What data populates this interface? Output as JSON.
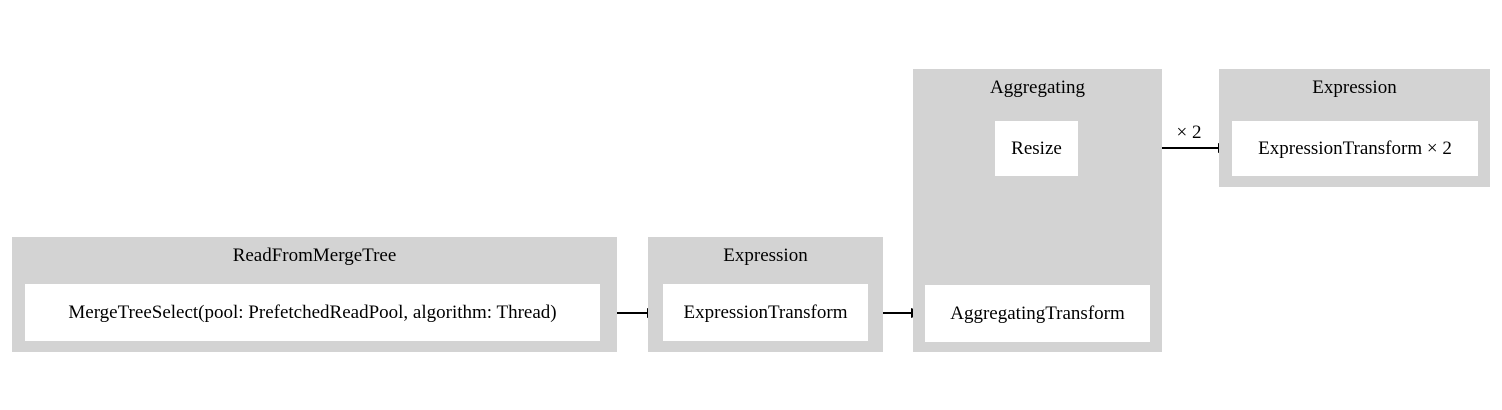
{
  "diagram": {
    "type": "pipeline-flow-graph",
    "background_color": "#ffffff",
    "colors": {
      "cluster_fill": "#d3d3d3",
      "node_fill": "#ffffff",
      "edge_color": "#000000",
      "text_color": "#000000"
    },
    "clusters": [
      {
        "title": "ReadFromMergeTree",
        "nodes": [
          {
            "label": "MergeTreeSelect(pool: PrefetchedReadPool, algorithm: Thread)"
          }
        ]
      },
      {
        "title": "Expression",
        "nodes": [
          {
            "label": "ExpressionTransform"
          }
        ]
      },
      {
        "title": "Aggregating",
        "nodes": [
          {
            "label": "AggregatingTransform"
          },
          {
            "label": "Resize"
          }
        ]
      },
      {
        "title": "Expression",
        "nodes": [
          {
            "label": "ExpressionTransform × 2"
          }
        ]
      }
    ],
    "edges": [
      {
        "from": "MergeTreeSelect(pool: PrefetchedReadPool, algorithm: Thread)",
        "to": "ExpressionTransform",
        "label": ""
      },
      {
        "from": "ExpressionTransform",
        "to": "AggregatingTransform",
        "label": ""
      },
      {
        "from": "AggregatingTransform",
        "to": "Resize",
        "label": ""
      },
      {
        "from": "Resize",
        "to": "ExpressionTransform × 2",
        "label": "× 2"
      }
    ]
  }
}
